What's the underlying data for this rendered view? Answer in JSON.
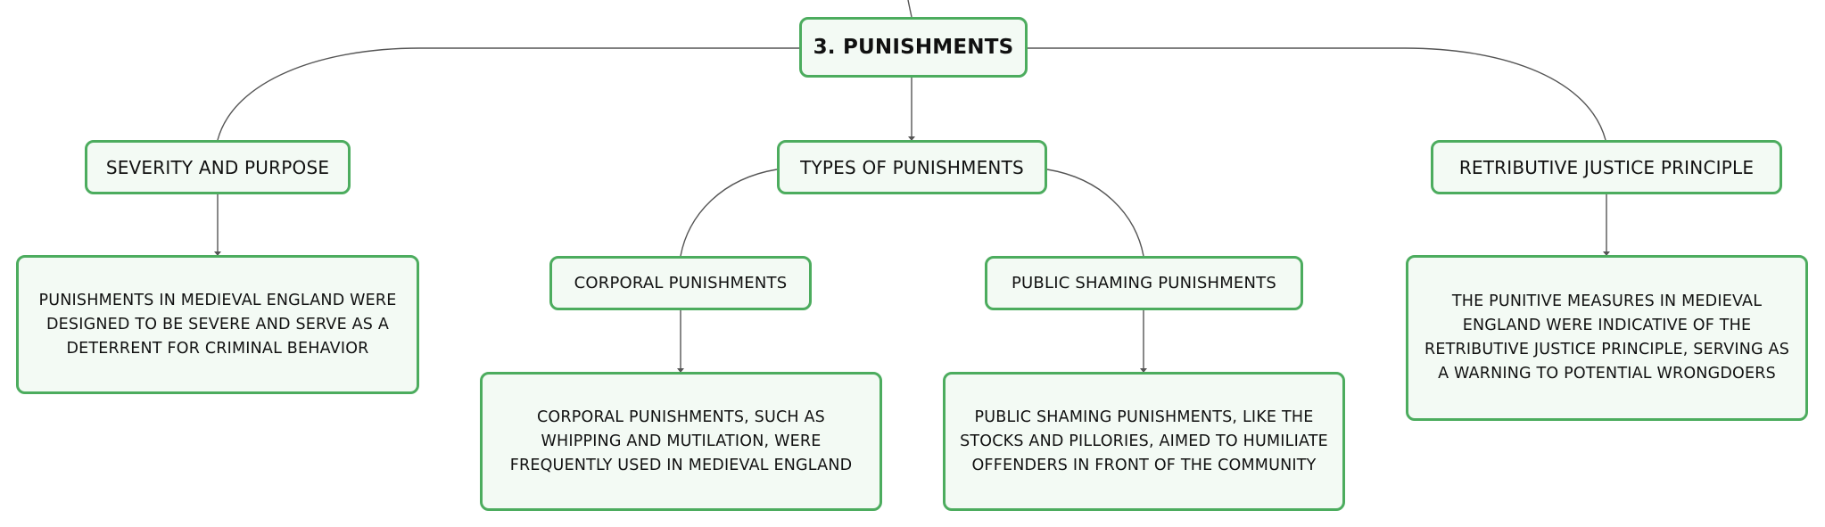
{
  "mindmap": {
    "root": {
      "label": "3. PUNISHMENTS"
    },
    "branches": {
      "severity": {
        "label": "SEVERITY AND PURPOSE",
        "detail": "PUNISHMENTS IN MEDIEVAL ENGLAND WERE DESIGNED TO BE SEVERE AND SERVE AS A DETERRENT FOR CRIMINAL BEHAVIOR"
      },
      "types": {
        "label": "TYPES OF PUNISHMENTS",
        "corporal": {
          "label": "CORPORAL PUNISHMENTS",
          "detail": "CORPORAL PUNISHMENTS, SUCH AS WHIPPING AND MUTILATION, WERE FREQUENTLY USED IN MEDIEVAL ENGLAND"
        },
        "shaming": {
          "label": "PUBLIC SHAMING PUNISHMENTS",
          "detail": "PUBLIC SHAMING PUNISHMENTS, LIKE THE STOCKS AND PILLORIES, AIMED TO HUMILIATE OFFENDERS IN FRONT OF THE COMMUNITY"
        }
      },
      "retributive": {
        "label": "RETRIBUTIVE JUSTICE PRINCIPLE",
        "detail": "THE PUNITIVE MEASURES IN MEDIEVAL ENGLAND WERE INDICATIVE OF THE RETRIBUTIVE JUSTICE PRINCIPLE, SERVING AS A WARNING TO POTENTIAL WRONGDOERS"
      }
    }
  },
  "colors": {
    "node_border": "#4cac5e",
    "node_fill": "#f3faf4",
    "connector": "#555555"
  }
}
